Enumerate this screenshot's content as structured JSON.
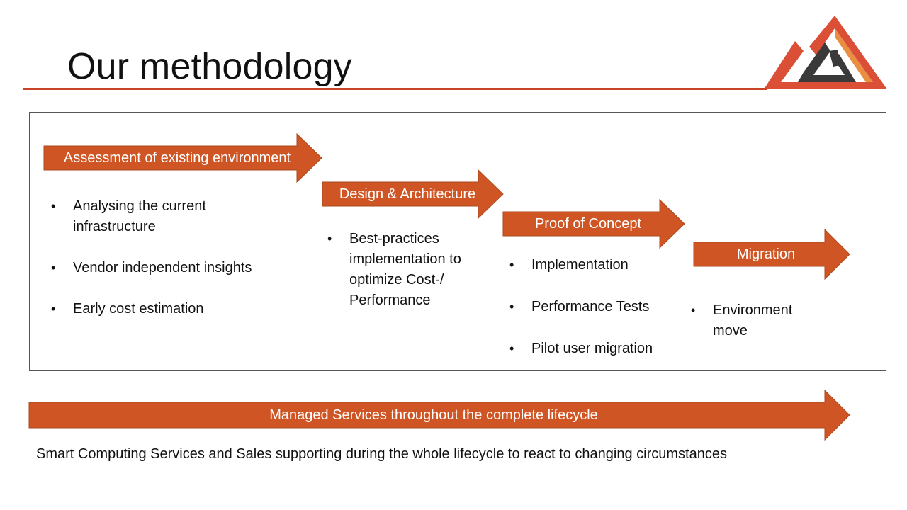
{
  "title": "Our methodology",
  "colors": {
    "accent": "#cf5624",
    "accent_border": "#a94a1f",
    "rule": "#c9452a",
    "logo_dark": "#3a3a3a"
  },
  "logo": {
    "icon": "triangular-logo-icon"
  },
  "phases": [
    {
      "label": "Assessment of existing environment",
      "bullets": [
        "Analysing the current infrastructure",
        "Vendor independent insights",
        "Early cost estimation"
      ]
    },
    {
      "label": "Design & Architecture",
      "bullets": [
        "Best-practices implementation to optimize Cost-/ Performance"
      ]
    },
    {
      "label": "Proof of Concept",
      "bullets": [
        "Implementation",
        "Performance Tests",
        "Pilot user migration"
      ]
    },
    {
      "label": "Migration",
      "bullets": [
        "Environment move"
      ]
    }
  ],
  "managed": {
    "label": "Managed Services throughout the complete lifecycle"
  },
  "footer": "Smart Computing Services and Sales supporting during the whole lifecycle to react to changing circumstances"
}
